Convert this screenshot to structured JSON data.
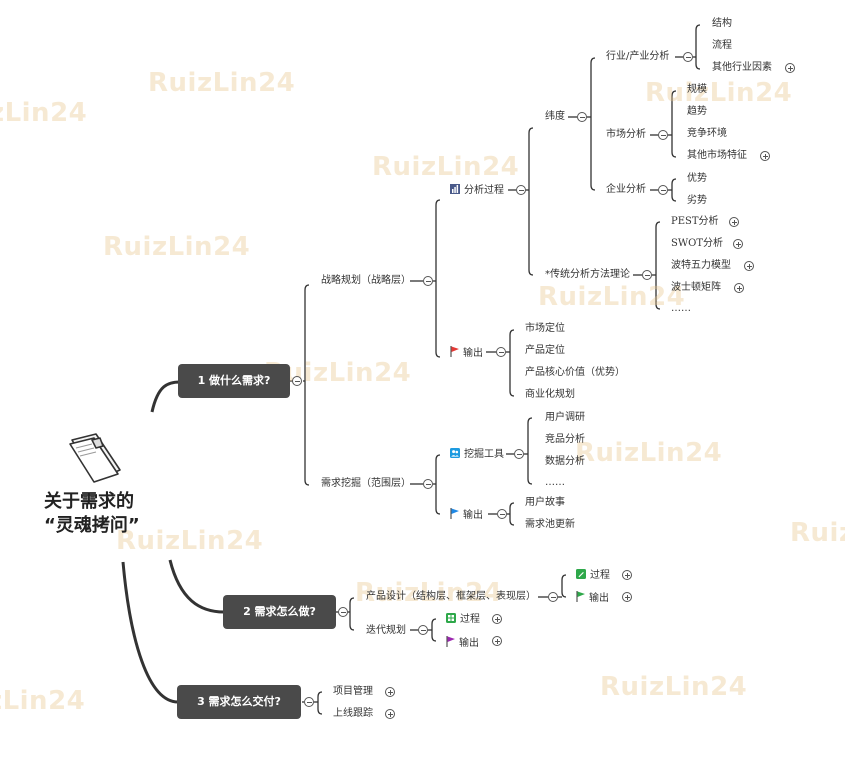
{
  "watermark": "RuizLin24",
  "root": {
    "line1": "关于需求的",
    "line2": "“灵魂拷问”",
    "icon": "book-icon"
  },
  "branches": {
    "b1": "1  做什么需求?",
    "b2": "2  需求怎么做?",
    "b3": "3  需求怎么交付?"
  },
  "b1": {
    "strategy": "战略规划（战略层）",
    "analysis_process": "分析过程",
    "dimension": "纬度",
    "industry": "行业/产业分析",
    "industry_items": [
      "结构",
      "流程",
      "其他行业因素"
    ],
    "market": "市场分析",
    "market_items": [
      "规模",
      "趋势",
      "竞争环境",
      "其他市场特征"
    ],
    "enterprise": "企业分析",
    "enterprise_items": [
      "优势",
      "劣势"
    ],
    "traditional": "*传统分析方法理论",
    "traditional_items": [
      "PEST分析",
      "SWOT分析",
      "波特五力模型",
      "波士顿矩阵",
      "……"
    ],
    "output": "输出",
    "output_items": [
      "市场定位",
      "产品定位",
      "产品核心价值（优势）",
      "商业化规划"
    ],
    "mining": "需求挖掘（范围层）",
    "mining_tools": "挖掘工具",
    "mining_tool_items": [
      "用户调研",
      "竞品分析",
      "数据分析",
      "……"
    ],
    "mining_output": "输出",
    "mining_output_items": [
      "用户故事",
      "需求池更新"
    ]
  },
  "b2": {
    "product_design": "产品设计（结构层、框架层、表现层）",
    "pd_process": "过程",
    "pd_output": "输出",
    "iteration": "迭代规划",
    "it_process": "过程",
    "it_output": "输出"
  },
  "b3": {
    "items": [
      "项目管理",
      "上线跟踪"
    ]
  },
  "colors": {
    "pill": "#4a4a4a",
    "line": "#333333",
    "flag_red": "#e53935",
    "flag_blue": "#1e88e5",
    "flag_green": "#2ea84a",
    "flag_purple": "#9c27b0",
    "watermark": "#e8c48c"
  }
}
